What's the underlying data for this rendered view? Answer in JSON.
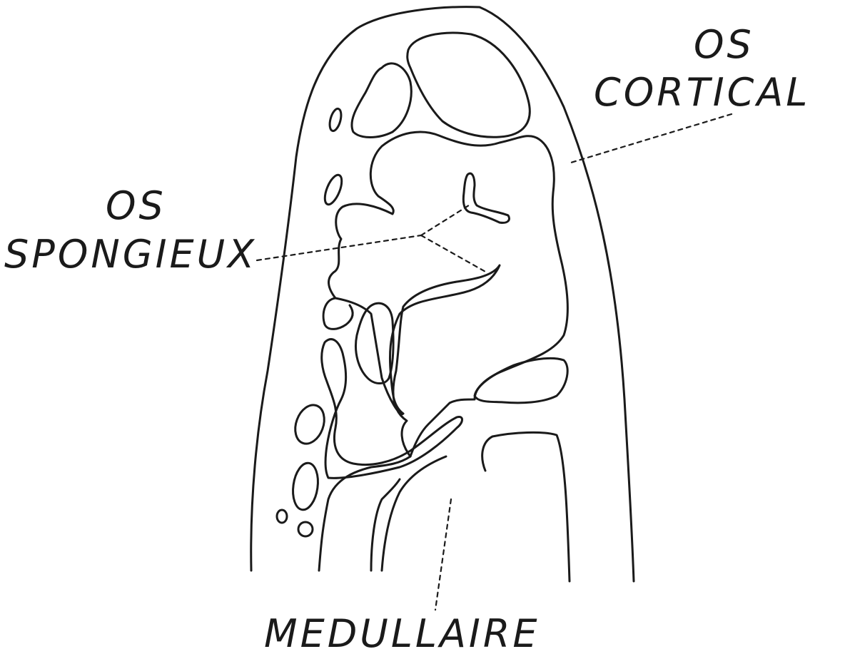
{
  "labels": {
    "cortical_line1": "OS",
    "cortical_line2": "CORTICAL",
    "spongy_line1": "OS",
    "spongy_line2": "SPONGIEUX",
    "medullary": "MEDULLAIRE"
  }
}
